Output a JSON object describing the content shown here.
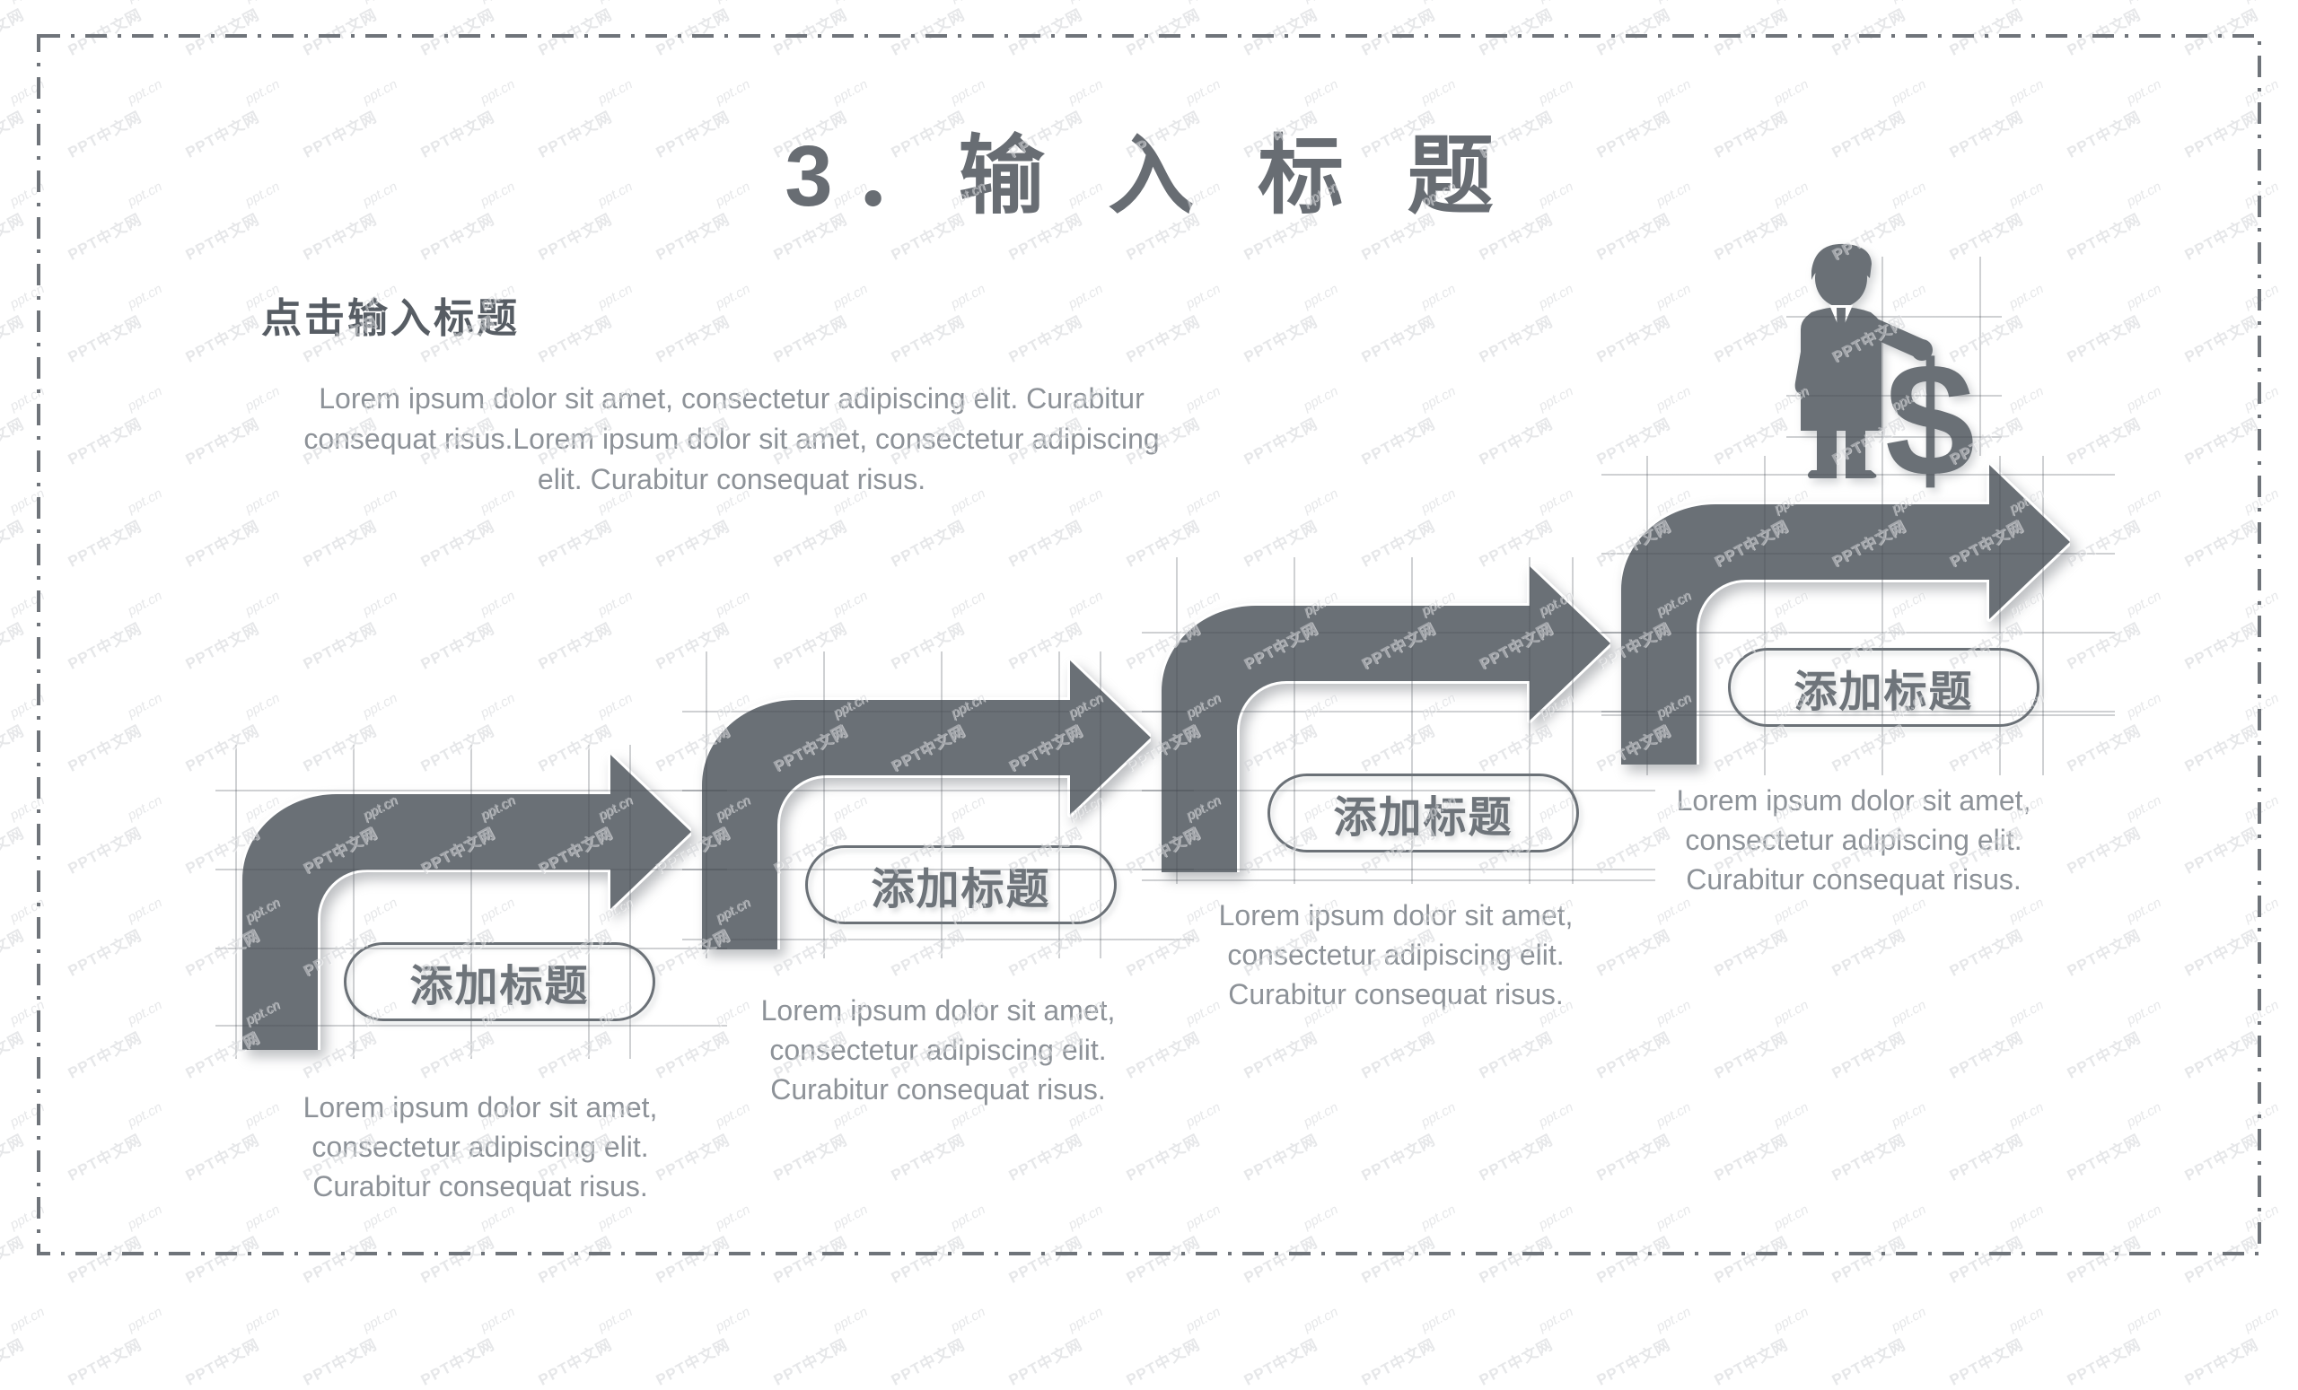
{
  "slide": {
    "title": "3．输 入 标 题"
  },
  "intro": {
    "heading": "点击输入标题",
    "body_lines": [
      "Lorem ipsum dolor sit amet, consectetur adipiscing elit. Curabitur",
      "consequat risus.Lorem ipsum dolor sit amet, consectetur adipiscing",
      "elit. Curabitur consequat risus."
    ]
  },
  "steps": [
    {
      "label": "添加标题",
      "body_lines": [
        "Lorem ipsum dolor sit amet,",
        "consectetur adipiscing elit.",
        "Curabitur consequat risus."
      ]
    },
    {
      "label": "添加标题",
      "body_lines": [
        "Lorem ipsum dolor sit amet,",
        "consectetur adipiscing elit.",
        "Curabitur consequat risus."
      ]
    },
    {
      "label": "添加标题",
      "body_lines": [
        "Lorem ipsum dolor sit amet,",
        "consectetur adipiscing elit.",
        "Curabitur consequat risus."
      ]
    },
    {
      "label": "添加标题",
      "body_lines": [
        "Lorem ipsum dolor sit amet,",
        "consectetur adipiscing elit.",
        "Curabitur consequat risus."
      ]
    }
  ],
  "figure": {
    "description": "businessman-with-dollar-sign",
    "dollar_glyph": "$"
  },
  "watermark": {
    "text_cn": "PPT中文网",
    "text_en": "ppt.cn"
  },
  "colors": {
    "arrow": "#6a7076",
    "title": "#686d73",
    "heading": "#575d64",
    "body_text": "#8d9298",
    "pill_border": "#6b7177",
    "pill_text": "#6e747a",
    "slide_border": "#6f747a",
    "watermark": "#d2d4d7"
  }
}
